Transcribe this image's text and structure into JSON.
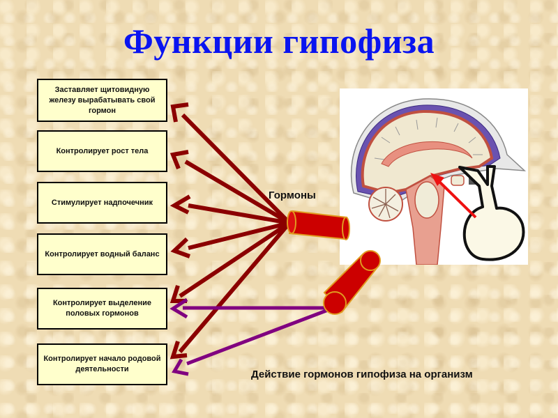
{
  "title": "Функции гипофиза",
  "functions": [
    {
      "label": "Заставляет щитовидную железу вырабатывать свой гормон"
    },
    {
      "label": "Контролирует рост тела"
    },
    {
      "label": "Стимулирует надпочечник"
    },
    {
      "label": "Контролирует водный баланс"
    },
    {
      "label": "Контролирует выделение половых гормонов"
    },
    {
      "label": "Контролирует начало родовой деятельности"
    }
  ],
  "hormones_label": "Гормоны",
  "caption": "Действие гормонов гипофиза на организм",
  "colors": {
    "title": "#0a14f0",
    "arrow_hormones": "#8b0000",
    "arrow_second": "#800080",
    "cylinder": "#cc0000",
    "cylinder_outline": "#e09a20",
    "box_fill": "#ffffcc"
  }
}
